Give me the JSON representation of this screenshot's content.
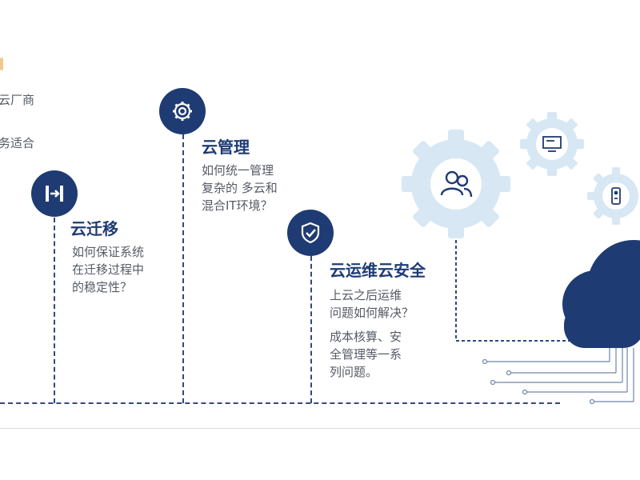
{
  "partial_left": {
    "line1": "云厂商",
    "line2": "务适合"
  },
  "steps": [
    {
      "title": "云迁移",
      "desc": [
        "如何保证系统",
        "在迁移过程中",
        "的稳定性？"
      ]
    },
    {
      "title": "云管理",
      "desc": [
        "如何统一管理",
        "复杂的 多云和",
        "混合IT环境？"
      ]
    },
    {
      "title": "云运维云安全",
      "desc": [
        "上云之后运维",
        "问题如何解决？",
        "成本核算、安",
        "全管理等一系",
        "列问题。"
      ]
    }
  ],
  "colors": {
    "primary": "#1f3b73",
    "accent_light": "#cfe2f1",
    "line": "#2d4a80",
    "text": "#555a66"
  },
  "icons": [
    "migration-icon",
    "gear-icon",
    "shield-check-icon",
    "users-icon",
    "monitor-icon",
    "remote-icon",
    "cloud-icon"
  ]
}
